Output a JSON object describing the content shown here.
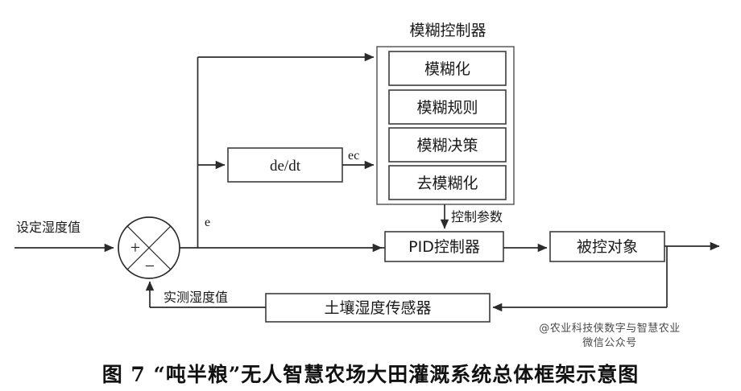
{
  "figure": {
    "caption": "图 7  “吨半粮”无人智慧农场大田灌溉系统总体框架示意图"
  },
  "fuzzy_controller": {
    "title": "模糊控制器",
    "stages": [
      {
        "label": "模糊化"
      },
      {
        "label": "模糊规则"
      },
      {
        "label": "模糊决策"
      },
      {
        "label": "去模糊化"
      }
    ]
  },
  "blocks": {
    "derivative": "de/dt",
    "pid": "PID控制器",
    "plant": "被控对象",
    "sensor": "土壤湿度传感器"
  },
  "signals": {
    "setpoint": "设定湿度值",
    "error": "e",
    "error_rate": "ec",
    "control_params": "控制参数",
    "feedback": "实测湿度值",
    "sum_plus": "+",
    "sum_minus": "−"
  },
  "watermark": {
    "line1": "@农业科技侠数字与智慧农业",
    "line2": "微信公众号"
  },
  "colors": {
    "line": "#2b2b2b",
    "box_stroke": "#3c3c3c",
    "outer_stroke": "#5a5a5a",
    "text": "#1a1a1a",
    "watermark": "#4a4a4a",
    "background": "#ffffff"
  }
}
